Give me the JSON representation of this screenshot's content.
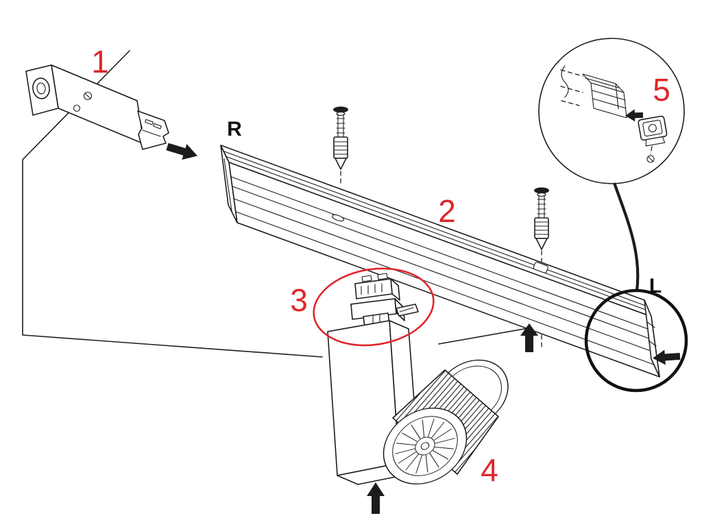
{
  "diagram": {
    "labels": {
      "step_1": "1",
      "step_2": "2",
      "step_3": "3",
      "step_4": "4",
      "step_5": "5",
      "track_end_right": "R",
      "track_end_left": "L"
    },
    "colors": {
      "accent_red": "#e0252b",
      "ink": "#1c1c1c",
      "background": "#ffffff"
    }
  }
}
